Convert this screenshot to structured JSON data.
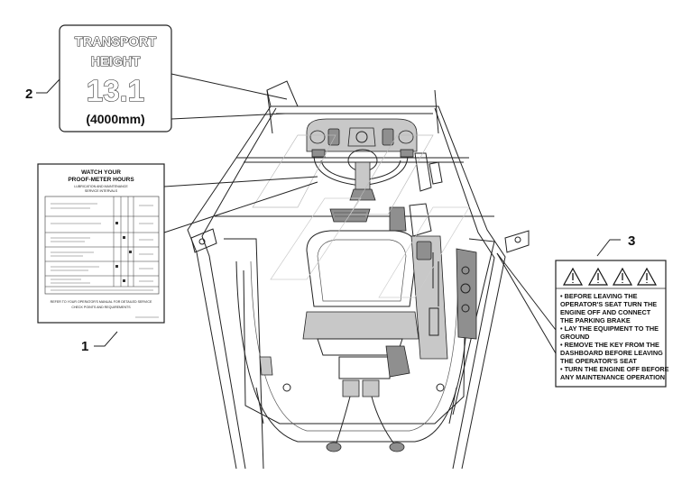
{
  "callouts": {
    "c1": "1",
    "c2": "2",
    "c3": "3"
  },
  "sticker2": {
    "line1": "TRANSPORT",
    "line2": "HEIGHT",
    "value": "13.1",
    "metric": "(4000mm)"
  },
  "sticker1": {
    "title1": "WATCH YOUR",
    "title2": "PROOF-METER HOURS",
    "subtitle1": "LUBRICATION AND MAINTENANCE",
    "subtitle2": "SERVICE INTERVALS",
    "footer1": "REFER TO YOUR OPERATOR'S MANUAL FOR DETAILED SERVICE",
    "footer2": "CHECK POINTS AND REQUIREMENTS"
  },
  "sticker3": {
    "items": [
      [
        "• BEFORE LEAVING THE",
        "OPERATOR'S SEAT TURN THE",
        "ENGINE OFF AND CONNECT",
        "THE PARKING BRAKE"
      ],
      [
        "• LAY THE EQUIPMENT TO THE",
        "GROUND"
      ],
      [
        "• REMOVE THE KEY FROM THE",
        "DASHBOARD BEFORE LEAVING",
        "THE OPERATOR'S SEAT"
      ],
      [
        "• TURN THE ENGINE OFF BEFORE",
        "ANY MAINTENANCE OPERATION"
      ]
    ]
  },
  "icons": [
    "warning-triangle-icon",
    "warning-triangle-icon",
    "warning-triangle-icon",
    "warning-triangle-icon"
  ]
}
